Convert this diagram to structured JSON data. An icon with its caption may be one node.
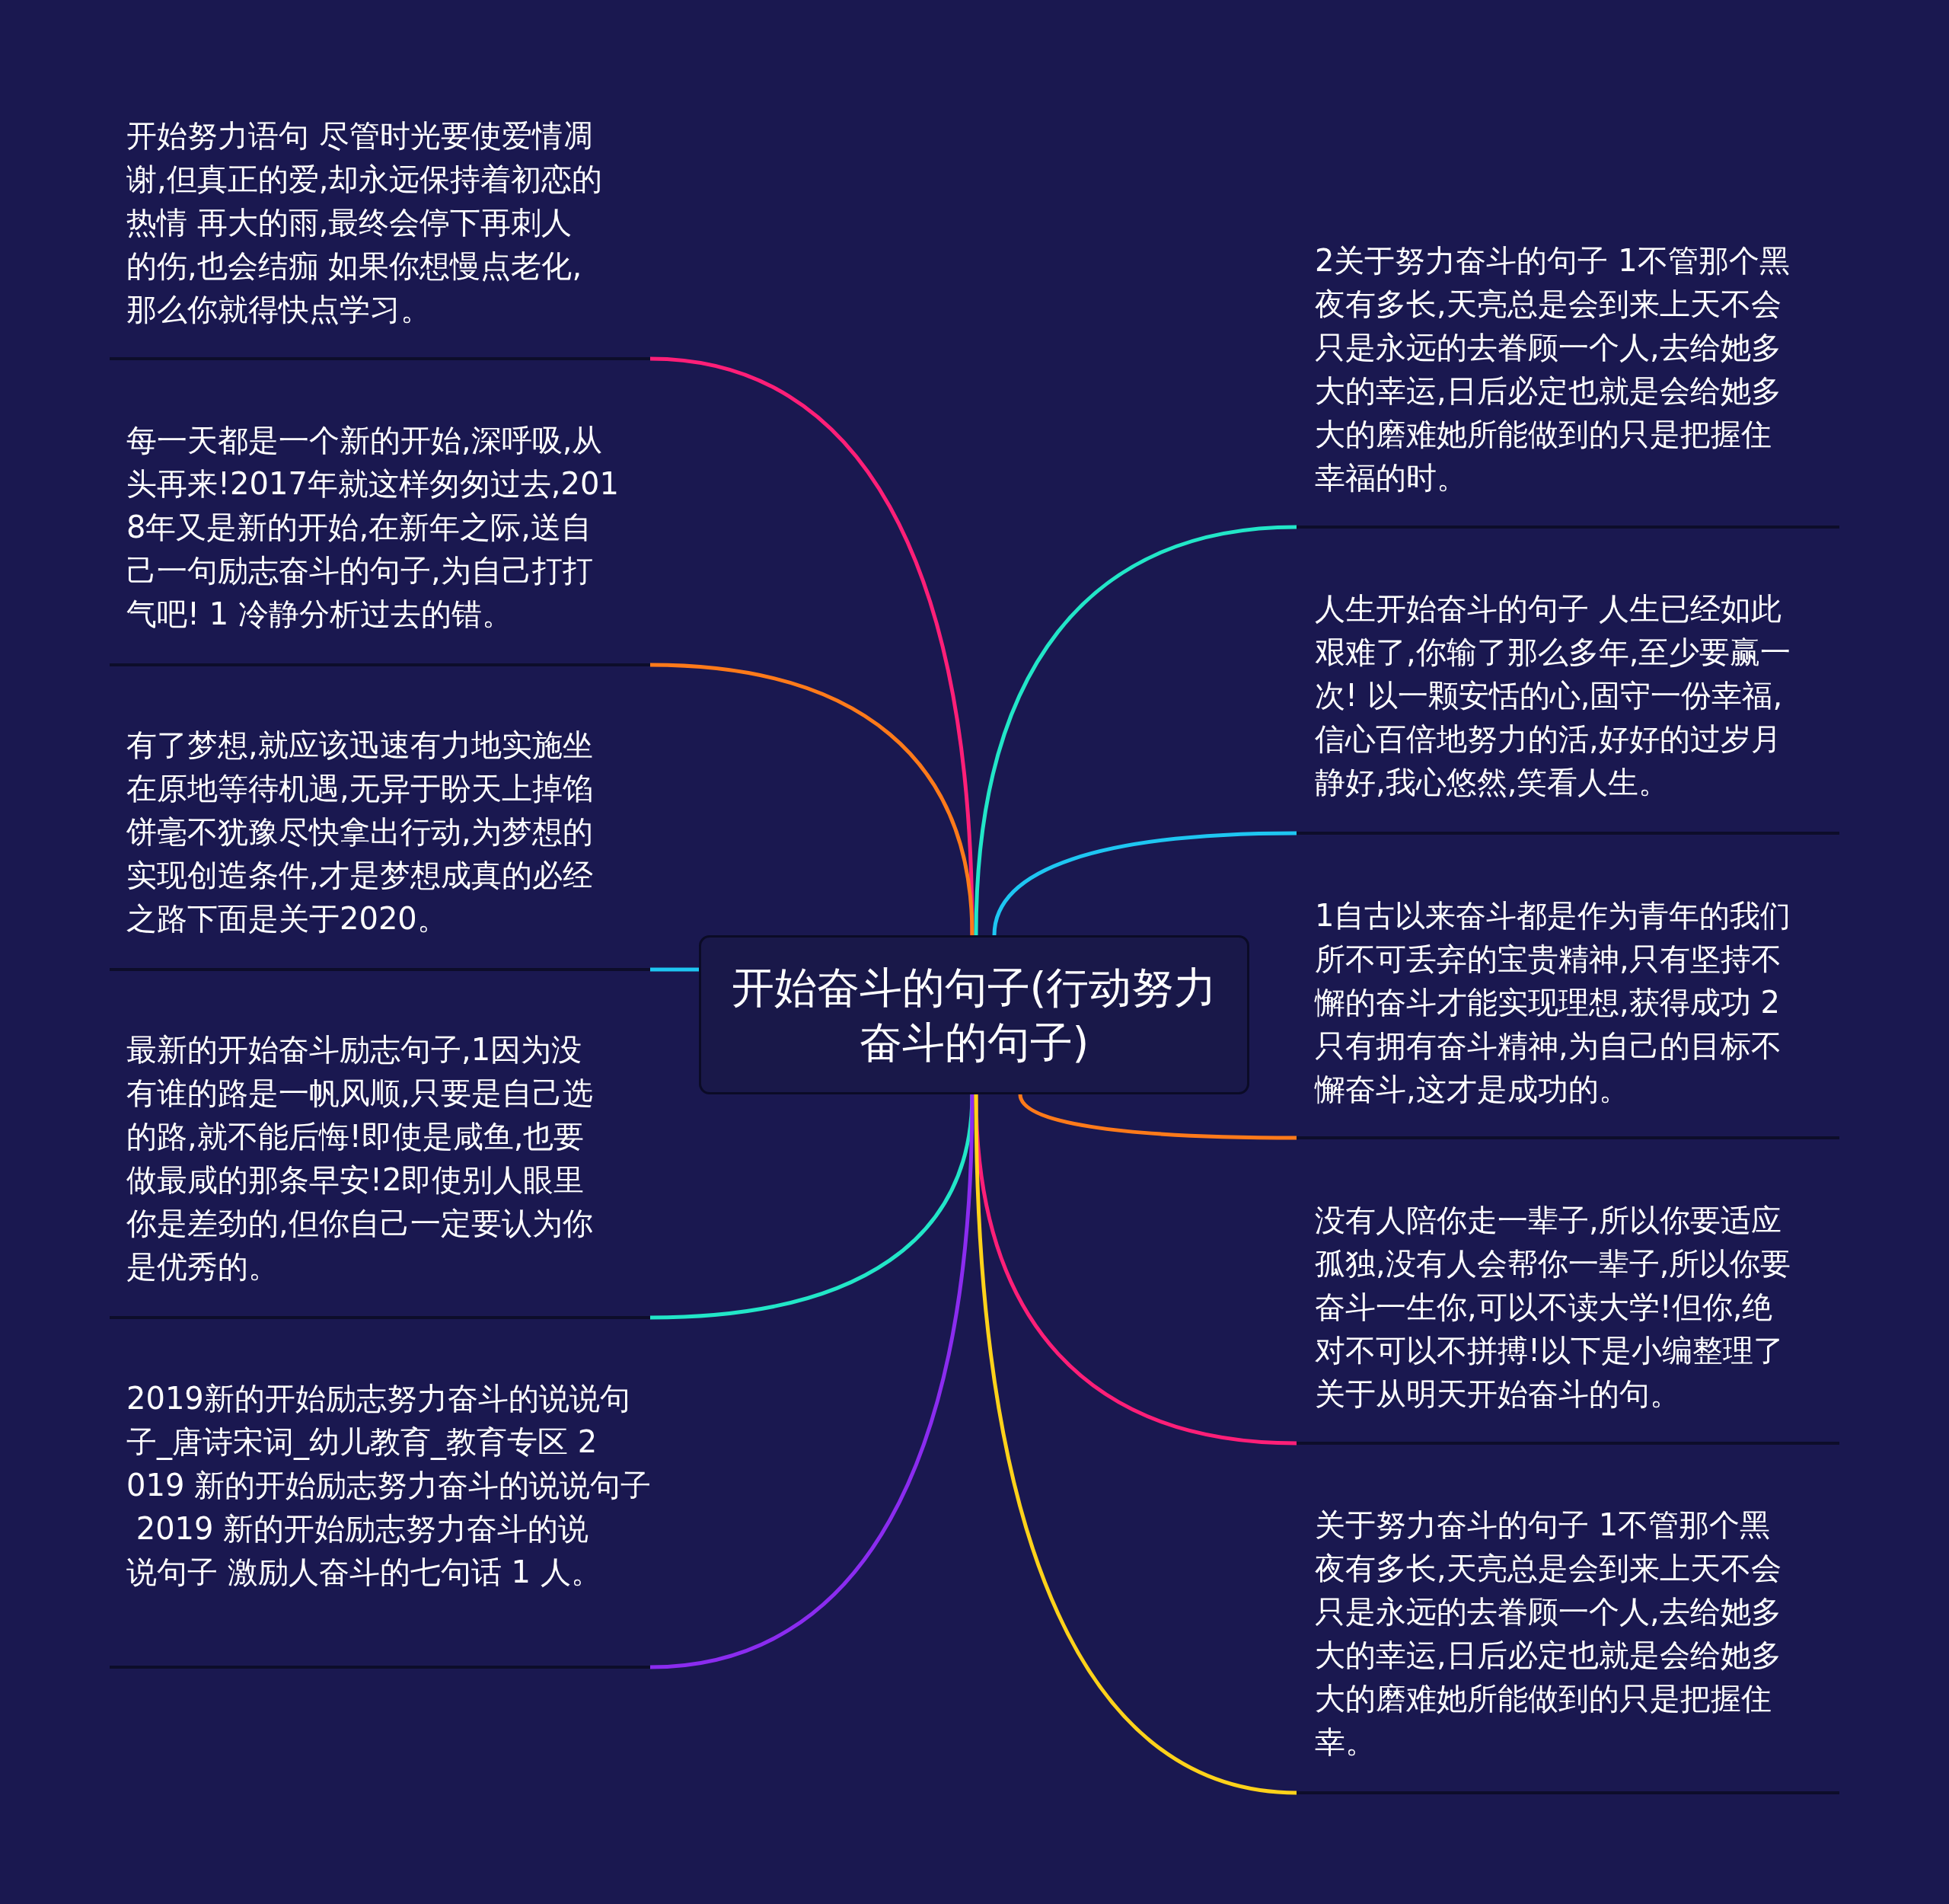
{
  "diagram": {
    "nodes": [
      {
        "text": [
          "开始奋斗的句子(行动努力奋斗的句子)"
        ]
      },
      {
        "text": [
          "开始努力语句 尽管时光要使爱情凋谢,但真正的爱,却永远保持着初恋的热情 再大的雨,最终会停下再刺人的伤,也会结痂 如果你想慢点老化,那么你就得快点学习。"
        ]
      },
      {
        "text": [
          "每一天都是一个新的开始,深呼吸,从头再来!2017年就这样匆匆过去,2018年又是新的开始,在新年之际,送自己一句励志奋斗的句子,为自己打打气吧! 1 冷静分析过去的错。"
        ]
      },
      {
        "text": [
          "有了梦想,就应该迅速有力地实施坐在原地等待机遇,无异于盼天上掉馅饼毫不犹豫尽快拿出行动,为梦想的实现创造条件,才是梦想成真的必经之路下面是关于2020。"
        ]
      },
      {
        "text": [
          "最新的开始奋斗励志句子,1因为没有谁的路是一帆风顺,只要是自己选的路,就不能后悔!即使是咸鱼,也要做最咸的那条早安!2即使别人眼里你是差劲的,但你自己一定要认为你是优秀的。"
        ]
      },
      {
        "text": [
          "2019新的开始励志努力奋斗的说说句子_唐诗宋词_幼儿教育_教育专区 2019 新的开始励志努力奋斗的说说句子 2019 新的开始励志努力奋斗的说说句子 激励人奋斗的七句话 1 人。"
        ]
      },
      {
        "text": [
          "2关于努力奋斗的句子 1不管那个黑夜有多长,天亮总是会到来上天不会只是永远的去眷顾一个人,去给她多大的幸运,日后必定也就是会给她多大的磨难她所能做到的只是把握住幸福的时。"
        ]
      },
      {
        "text": [
          "人生开始奋斗的句子 人生已经如此艰难了,你输了那么多年,至少要赢一次! 以一颗安恬的心,固守一份幸福,信心百倍地努力的活,好好的过岁月静好,我心悠然,笑看人生。"
        ]
      },
      {
        "text": [
          "1自古以来奋斗都是作为青年的我们所不可丢弃的宝贵精神,只有坚持不懈的奋斗才能实现理想,获得成功 2只有拥有奋斗精神,为自己的目标不懈奋斗,这才是成功的。"
        ]
      },
      {
        "text": [
          "没有人陪你走一辈子,所以你要适应孤独,没有人会帮你一辈子,所以你要奋斗一生你,可以不读大学!但你,绝对不可以不拼搏!以下是小编整理了关于从明天开始奋斗的句。"
        ]
      },
      {
        "text": [
          "关于努力奋斗的句子 1不管那个黑夜有多长,天亮总是会到来上天不会只是永远的去眷顾一个人,去给她多大的幸运,日后必定也就是会给她多大的磨难她所能做到的只是把握住幸。"
        ]
      }
    ],
    "edges": [
      {
        "from": 0,
        "to": 1,
        "arrow": "none",
        "color": "#ff1f78"
      },
      {
        "from": 0,
        "to": 2,
        "arrow": "none",
        "color": "#ff7a1a"
      },
      {
        "from": 0,
        "to": 3,
        "arrow": "none",
        "color": "#1ec6f2"
      },
      {
        "from": 0,
        "to": 4,
        "arrow": "none",
        "color": "#22e6c8"
      },
      {
        "from": 0,
        "to": 5,
        "arrow": "none",
        "color": "#8b2cf0"
      },
      {
        "from": 0,
        "to": 6,
        "arrow": "none",
        "color": "#22e6c8"
      },
      {
        "from": 0,
        "to": 7,
        "arrow": "none",
        "color": "#1ec6f2"
      },
      {
        "from": 0,
        "to": 8,
        "arrow": "none",
        "color": "#ff7a1a"
      },
      {
        "from": 0,
        "to": 9,
        "arrow": "none",
        "color": "#ff1f78"
      },
      {
        "from": 0,
        "to": 10,
        "arrow": "none",
        "color": "#ffd21a"
      }
    ]
  }
}
